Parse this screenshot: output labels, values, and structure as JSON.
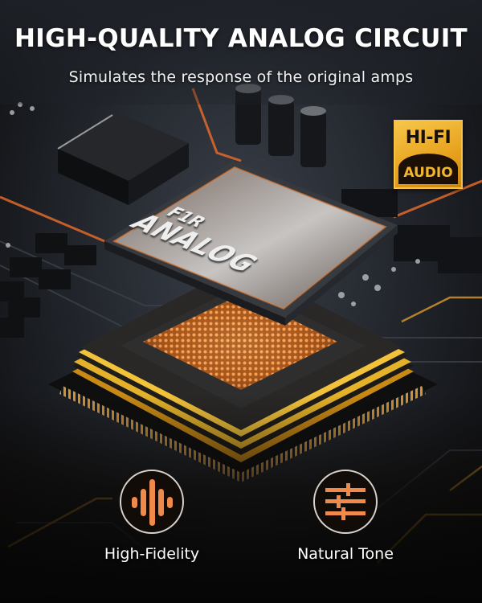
{
  "header": {
    "title": "HIGH-QUALITY ANALOG CIRCUIT",
    "subtitle": "Simulates the response of the original amps"
  },
  "badge": {
    "top": "HI-FI",
    "bottom": "AUDIO"
  },
  "chip": {
    "line1": "F1R",
    "line2": "ANALOG"
  },
  "features": [
    {
      "icon": "sound-wave-icon",
      "label": "High-Fidelity"
    },
    {
      "icon": "equalizer-sliders-icon",
      "label": "Natural Tone"
    }
  ],
  "colors": {
    "accent_orange": "#f08a4b",
    "gold": "#e8a51f",
    "background": "#1a1d22"
  }
}
